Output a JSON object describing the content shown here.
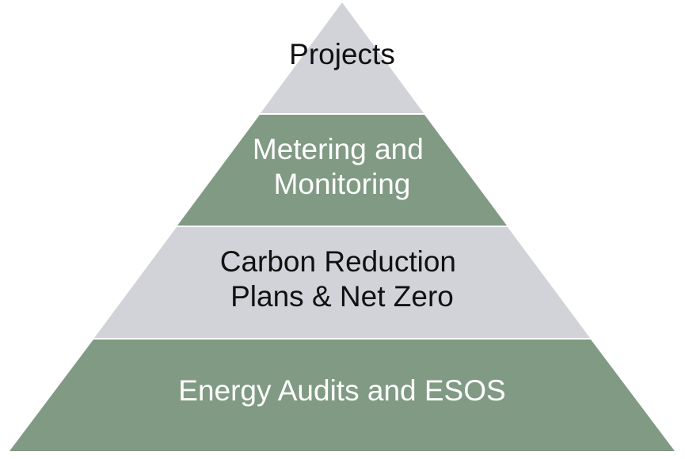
{
  "pyramid": {
    "tiers": [
      {
        "lines": [
          "Projects"
        ],
        "fill": "#d1d3d9",
        "text_color": "#111111"
      },
      {
        "lines": [
          "Metering and",
          "Monitoring"
        ],
        "fill": "#809a84",
        "text_color": "#ffffff"
      },
      {
        "lines": [
          "Carbon Reduction",
          "Plans & Net Zero"
        ],
        "fill": "#d1d3d9",
        "text_color": "#111111"
      },
      {
        "lines": [
          "Energy Audits and ESOS"
        ],
        "fill": "#809a84",
        "text_color": "#ffffff"
      }
    ]
  }
}
